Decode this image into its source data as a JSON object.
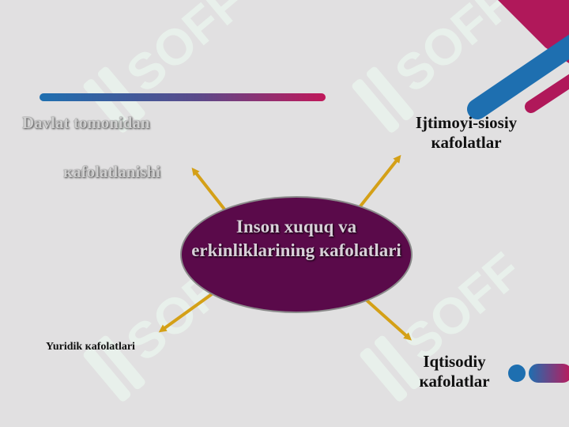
{
  "diagram": {
    "center": {
      "title": "Inson xuquq va erkinliklarining кafolatlari",
      "fill": "#5a0a4a",
      "stroke": "#8a8a8a"
    },
    "branches": [
      {
        "lines": [
          "Davlat tomonidan",
          "кafolatlanishi"
        ]
      },
      {
        "text": "Ijtimoyi-siosiy кafolatlar"
      },
      {
        "text": "Yuridik кafolatlari"
      },
      {
        "text": "Iqtisodiy кafolatlar"
      }
    ],
    "arrow_color": "#d4a017"
  },
  "watermark": {
    "text": "SOFF"
  },
  "colors": {
    "accent_magenta": "#b0185a",
    "accent_blue": "#1e6fb0",
    "background": "#e1e0e1"
  }
}
